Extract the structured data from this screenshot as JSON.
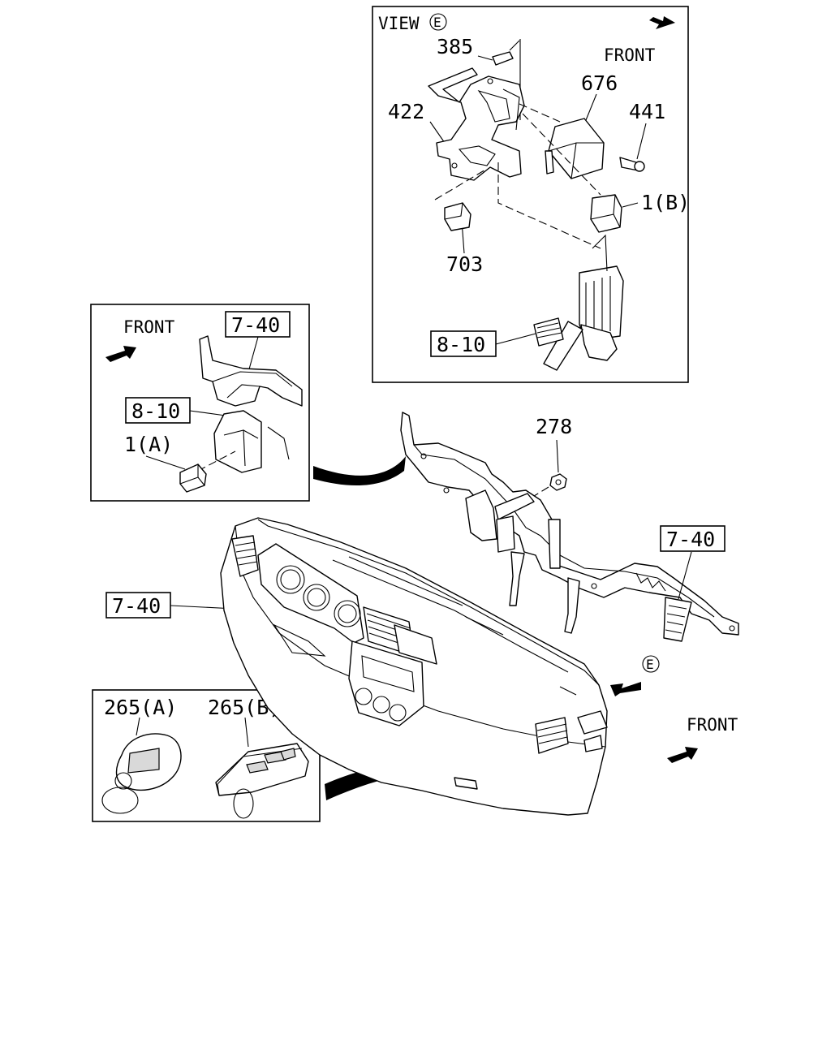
{
  "diagram": {
    "inset_view_e": {
      "title": "VIEW",
      "title_circle": "E",
      "front": "FRONT",
      "parts": {
        "p385": "385",
        "p676": "676",
        "p422": "422",
        "p441": "441",
        "p1b": "1(B)",
        "p703": "703",
        "ref_8_10": "8-10"
      }
    },
    "inset_relay": {
      "front": "FRONT",
      "ref_7_40": "7-40",
      "ref_8_10": "8-10",
      "p1a": "1(A)"
    },
    "inset_keys": {
      "p265a": "265(A)",
      "p265b": "265(B)"
    },
    "main": {
      "p278": "278",
      "ref_7_40_right": "7-40",
      "ref_7_40_left": "7-40",
      "view_marker": "E",
      "front": "FRONT"
    }
  }
}
